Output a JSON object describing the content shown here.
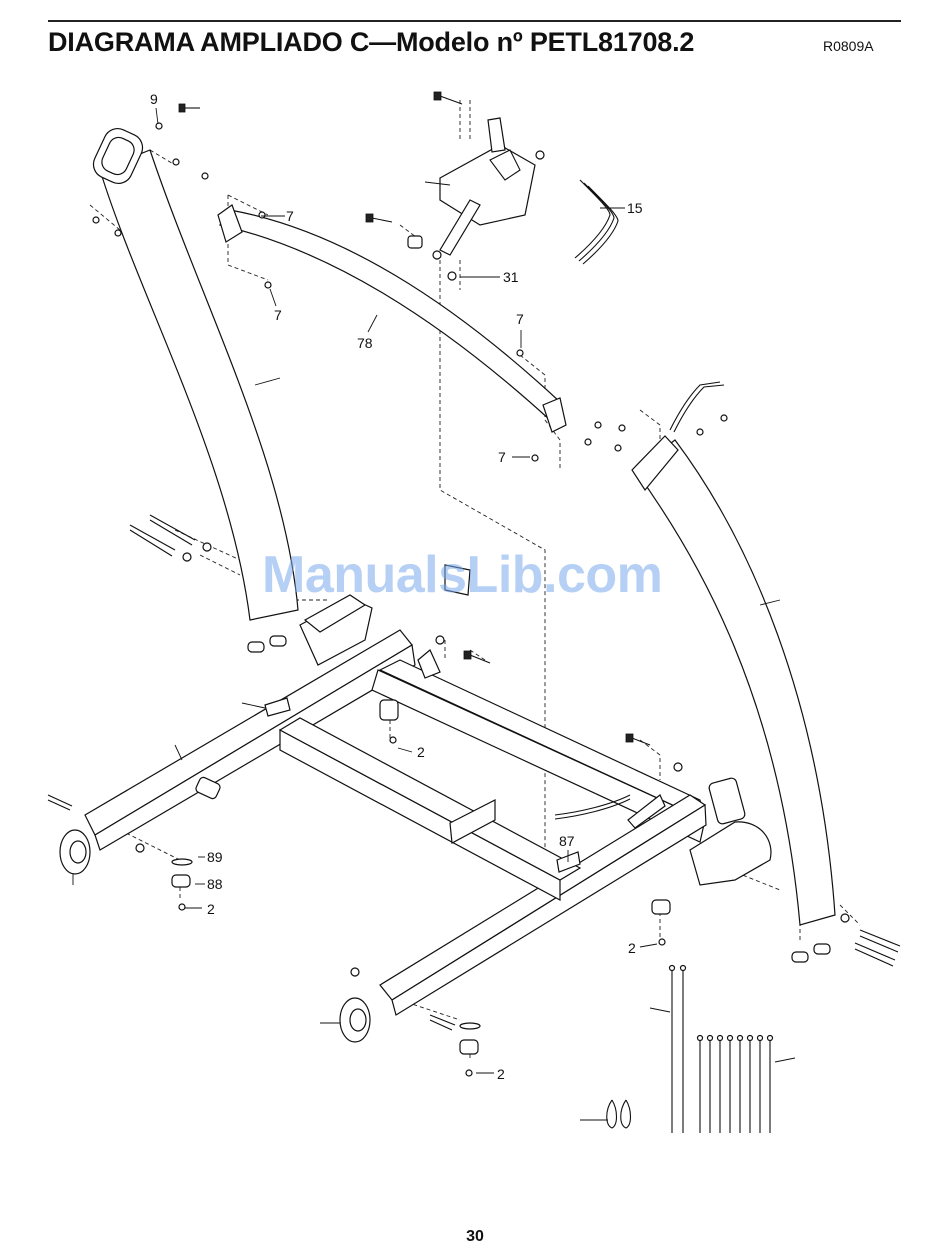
{
  "header": {
    "title": "DIAGRAMA AMPLIADO C—Modelo nº PETL81708.2",
    "code": "R0809A"
  },
  "footer": {
    "page_number": "30"
  },
  "watermark": "ManualsLib.com",
  "callouts": {
    "c9": "9",
    "c7a": "7",
    "c7b": "7",
    "c7c": "7",
    "c7d": "7",
    "c15": "15",
    "c31": "31",
    "c78": "78",
    "c2a": "2",
    "c2b": "2",
    "c2c": "2",
    "c2d": "2",
    "c89": "89",
    "c88": "88",
    "c87": "87"
  }
}
